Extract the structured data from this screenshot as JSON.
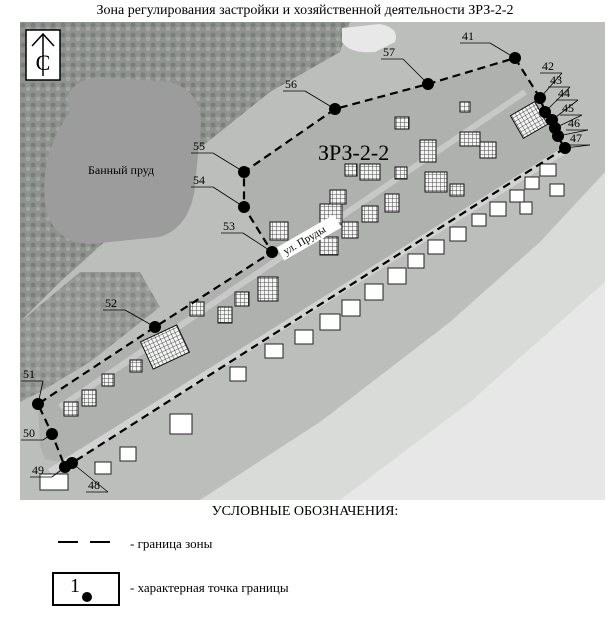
{
  "title": "Зона регулирования застройки и хозяйственной деятельности ЗРЗ-2-2",
  "map": {
    "zone_label": "ЗРЗ-2-2",
    "pond_label": "Банный пруд",
    "street_label": "ул. Пруды",
    "north_symbol": "С",
    "colors": {
      "background": "#b9bbb9",
      "forest": "#8e928f",
      "water": "#9a9a9a",
      "field": "#dadcda",
      "boundary": "#000000",
      "road": "#cfcfcf"
    },
    "boundary_points": [
      {
        "id": "41",
        "label": "41"
      },
      {
        "id": "42",
        "label": "42"
      },
      {
        "id": "43",
        "label": "43"
      },
      {
        "id": "44",
        "label": "44"
      },
      {
        "id": "45",
        "label": "45"
      },
      {
        "id": "46",
        "label": "46"
      },
      {
        "id": "47",
        "label": "47"
      },
      {
        "id": "48",
        "label": "48"
      },
      {
        "id": "49",
        "label": "49"
      },
      {
        "id": "50",
        "label": "50"
      },
      {
        "id": "51",
        "label": "51"
      },
      {
        "id": "52",
        "label": "52"
      },
      {
        "id": "53",
        "label": "53"
      },
      {
        "id": "54",
        "label": "54"
      },
      {
        "id": "55",
        "label": "55"
      },
      {
        "id": "56",
        "label": "56"
      },
      {
        "id": "57",
        "label": "57"
      }
    ]
  },
  "legend": {
    "title": "УСЛОВНЫЕ ОБОЗНАЧЕНИЯ:",
    "boundary_text": "- граница зоны",
    "point_text": "- характерная точка границы",
    "point_sample_number": "1"
  }
}
